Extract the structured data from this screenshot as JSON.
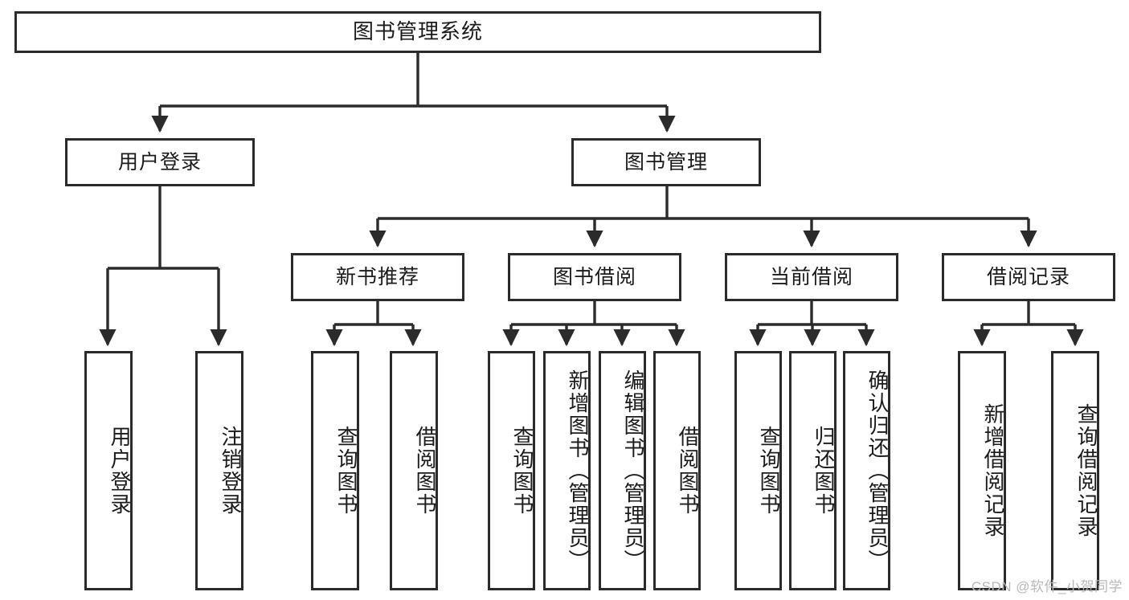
{
  "diagram": {
    "type": "tree-hierarchy",
    "title": "图书管理系统",
    "orientation": "top-down",
    "line_color": "#2b2b2b",
    "box_fill": "#ffffff",
    "text_color": "#1b1b1b"
  },
  "nodes": {
    "root": {
      "label": "图书管理系统",
      "level": 1
    },
    "level2": [
      {
        "id": "user-login",
        "label": "用户登录"
      },
      {
        "id": "book-manage",
        "label": "图书管理"
      }
    ],
    "level3": [
      {
        "id": "new-book-recommend",
        "label": "新书推荐"
      },
      {
        "id": "book-borrow",
        "label": "图书借阅"
      },
      {
        "id": "current-borrow",
        "label": "当前借阅"
      },
      {
        "id": "borrow-record",
        "label": "借阅记录"
      }
    ],
    "leaves": {
      "user-login": [
        {
          "id": "leaf-user-login",
          "label": "用户登录"
        },
        {
          "id": "leaf-logout",
          "label": "注销登录"
        }
      ],
      "new-book-recommend": [
        {
          "id": "leaf-query-book-1",
          "label": "查询图书"
        },
        {
          "id": "leaf-borrow-book-1",
          "label": "借阅图书"
        }
      ],
      "book-borrow": [
        {
          "id": "leaf-query-book-2",
          "label": "查询图书"
        },
        {
          "id": "leaf-add-book",
          "label": "新增图书（管理员）"
        },
        {
          "id": "leaf-edit-book",
          "label": "编辑图书（管理员）"
        },
        {
          "id": "leaf-borrow-book-2",
          "label": "借阅图书"
        }
      ],
      "current-borrow": [
        {
          "id": "leaf-query-book-3",
          "label": "查询图书"
        },
        {
          "id": "leaf-return-book",
          "label": "归还图书"
        },
        {
          "id": "leaf-confirm-return",
          "label": "确认归还（管理员）"
        }
      ],
      "borrow-record": [
        {
          "id": "leaf-add-record",
          "label": "新增借阅记录"
        },
        {
          "id": "leaf-query-record",
          "label": "查询借阅记录"
        }
      ]
    }
  },
  "watermark": {
    "text": "CSDN @软件_小贺同学"
  }
}
